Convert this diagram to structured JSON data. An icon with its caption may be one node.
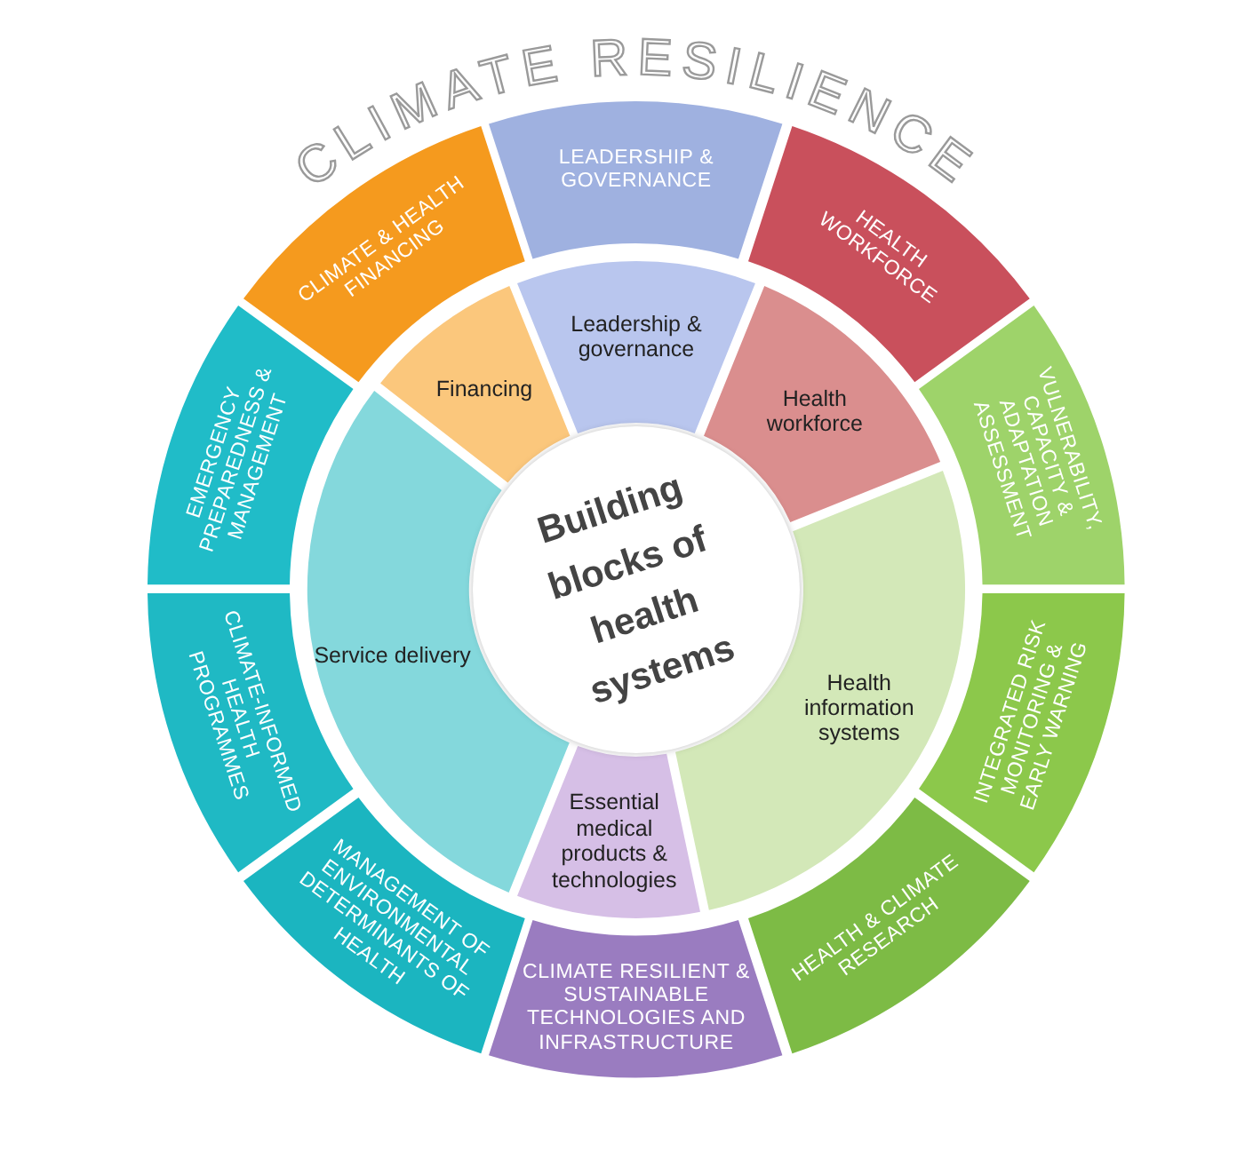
{
  "diagram": {
    "title": "CLIMATE RESILIENCE",
    "nodes": [
      {
        "text": [
          "LEADERSHIP & GOVERNANCE"
        ]
      },
      {
        "text": [
          "HEALTH WORKFORCE"
        ]
      },
      {
        "text": [
          "VULNERABILITY, CAPACITY & ADAPTATION ASSESSMENT"
        ]
      },
      {
        "text": [
          "INTEGRATED RISK MONITORING & EARLY WARNING"
        ]
      },
      {
        "text": [
          "HEALTH & CLIMATE RESEARCH"
        ]
      },
      {
        "text": [
          "CLIMATE RESILIENT & SUSTAINABLE TECHNOLOGIES AND INFRASTRUCTURE"
        ]
      },
      {
        "text": [
          "MANAGEMENT OF ENVIRONMENTAL DETERMINANTS OF HEALTH"
        ]
      },
      {
        "text": [
          "CLIMATE-INFORMED HEALTH PROGRAMMES"
        ]
      },
      {
        "text": [
          "EMERGENCY PREPAREDNESS & MANAGEMENT"
        ]
      },
      {
        "text": [
          "CLIMATE & HEALTH FINANCING"
        ]
      },
      {
        "text": [
          "Leadership & governance"
        ]
      },
      {
        "text": [
          "Health workforce"
        ]
      },
      {
        "text": [
          "Health information systems"
        ]
      },
      {
        "text": [
          "Essential medical products & technologies"
        ]
      },
      {
        "text": [
          "Service delivery"
        ]
      },
      {
        "text": [
          "Financing"
        ]
      },
      {
        "text": [
          "Building blocks of health systems"
        ]
      }
    ]
  }
}
